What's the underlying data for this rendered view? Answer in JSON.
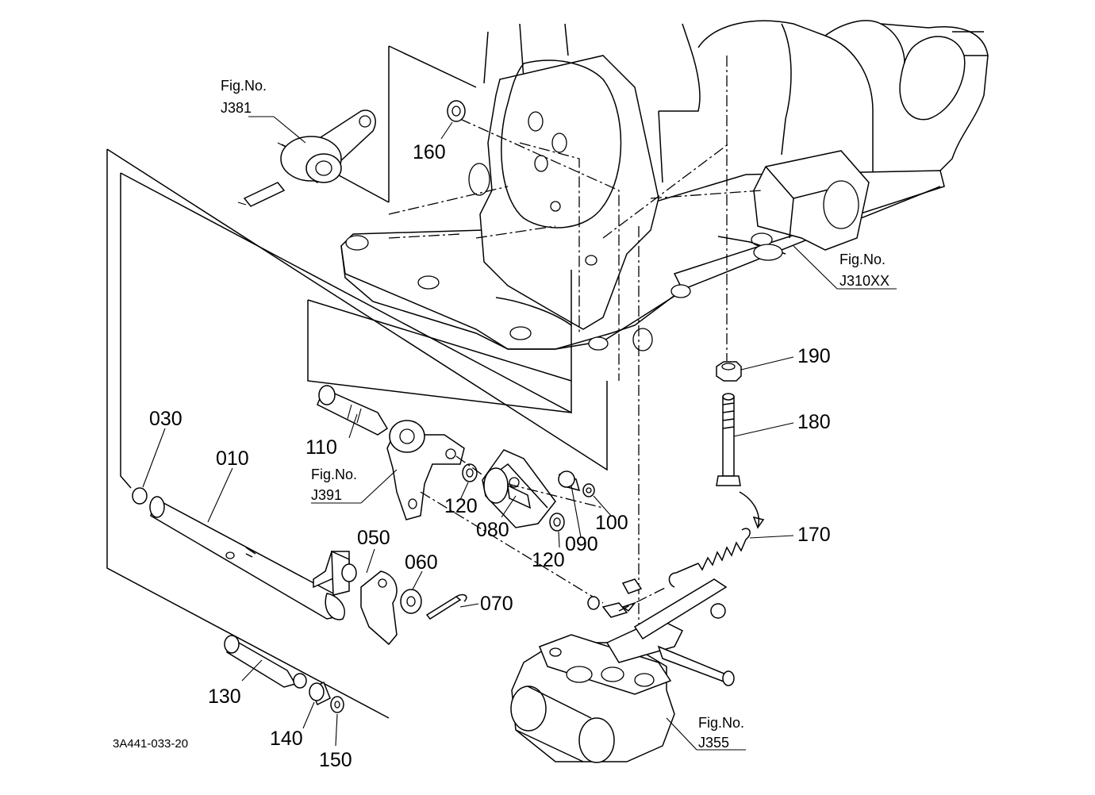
{
  "diagram": {
    "drawing_code": "3A441-033-20",
    "part_numbers": {
      "p010": "010",
      "p030": "030",
      "p050": "050",
      "p060": "060",
      "p070": "070",
      "p080": "080",
      "p090": "090",
      "p100": "100",
      "p110": "110",
      "p120a": "120",
      "p120b": "120",
      "p130": "130",
      "p140": "140",
      "p150": "150",
      "p160": "160",
      "p170": "170",
      "p180": "180",
      "p190": "190"
    },
    "figure_refs": {
      "j381": {
        "prefix": "Fig.No.",
        "number": "J381"
      },
      "j310xx": {
        "prefix": "Fig.No.",
        "number": "J310XX"
      },
      "j391": {
        "prefix": "Fig.No.",
        "number": "J391"
      },
      "j355": {
        "prefix": "Fig.No.",
        "number": "J355"
      }
    }
  }
}
